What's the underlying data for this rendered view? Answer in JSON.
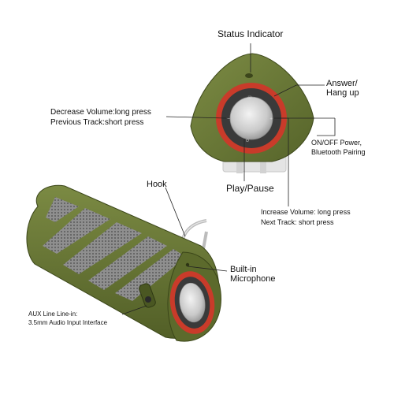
{
  "labels": {
    "status_indicator": "Status Indicator",
    "answer_hangup": "Answer/\nHang up",
    "decrease_volume": "Decrease Volume:long press",
    "previous_track": "Previous Track:short press",
    "on_off_power": "ON/OFF Power,",
    "bluetooth_pairing": "Bluetooth Pairing",
    "play_pause": "Play/Pause",
    "hook": "Hook",
    "increase_volume": "Increase Volume: long press",
    "next_track": "Next Track: short press",
    "builtin_mic": "Built-in\nMicrophone",
    "aux_line_in": "AUX Line Line-in:",
    "aux_interface": "3.5mm Audio Input Interface"
  },
  "colors": {
    "body_green": "#6e7d3a",
    "body_green_dark": "#4d5a25",
    "ring_red": "#cf3a28",
    "grille_gray": "#9a9a9a",
    "button_silver": "#d6d6d6"
  }
}
